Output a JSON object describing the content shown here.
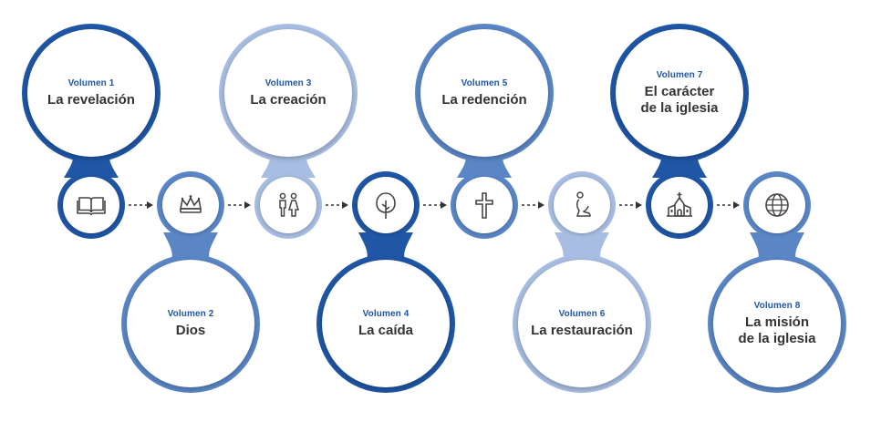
{
  "colors": {
    "dark": "#1f56a5",
    "medium": "#5a86c6",
    "light": "#a8bde2",
    "vol_label": "#1f56a5",
    "title_text": "#333333",
    "icon": "#444444",
    "arrow": "#333333"
  },
  "volumes": [
    {
      "vol": "Volumen 1",
      "title": [
        "La revelación"
      ],
      "icon": "book-icon",
      "shade": "dark",
      "position": "top"
    },
    {
      "vol": "Volumen 2",
      "title": [
        "Dios"
      ],
      "icon": "crown-icon",
      "shade": "medium",
      "position": "bottom"
    },
    {
      "vol": "Volumen 3",
      "title": [
        "La creación"
      ],
      "icon": "people-icon",
      "shade": "light",
      "position": "top"
    },
    {
      "vol": "Volumen 4",
      "title": [
        "La caída"
      ],
      "icon": "tree-icon",
      "shade": "dark",
      "position": "bottom"
    },
    {
      "vol": "Volumen 5",
      "title": [
        "La redención"
      ],
      "icon": "cross-icon",
      "shade": "medium",
      "position": "top"
    },
    {
      "vol": "Volumen 6",
      "title": [
        "La restauración"
      ],
      "icon": "kneeling-person-icon",
      "shade": "light",
      "position": "bottom"
    },
    {
      "vol": "Volumen 7",
      "title": [
        "El carácter",
        "de la iglesia"
      ],
      "icon": "church-icon",
      "shade": "dark",
      "position": "top"
    },
    {
      "vol": "Volumen 8",
      "title": [
        "La misión",
        "de la iglesia"
      ],
      "icon": "globe-icon",
      "shade": "medium",
      "position": "bottom"
    }
  ]
}
